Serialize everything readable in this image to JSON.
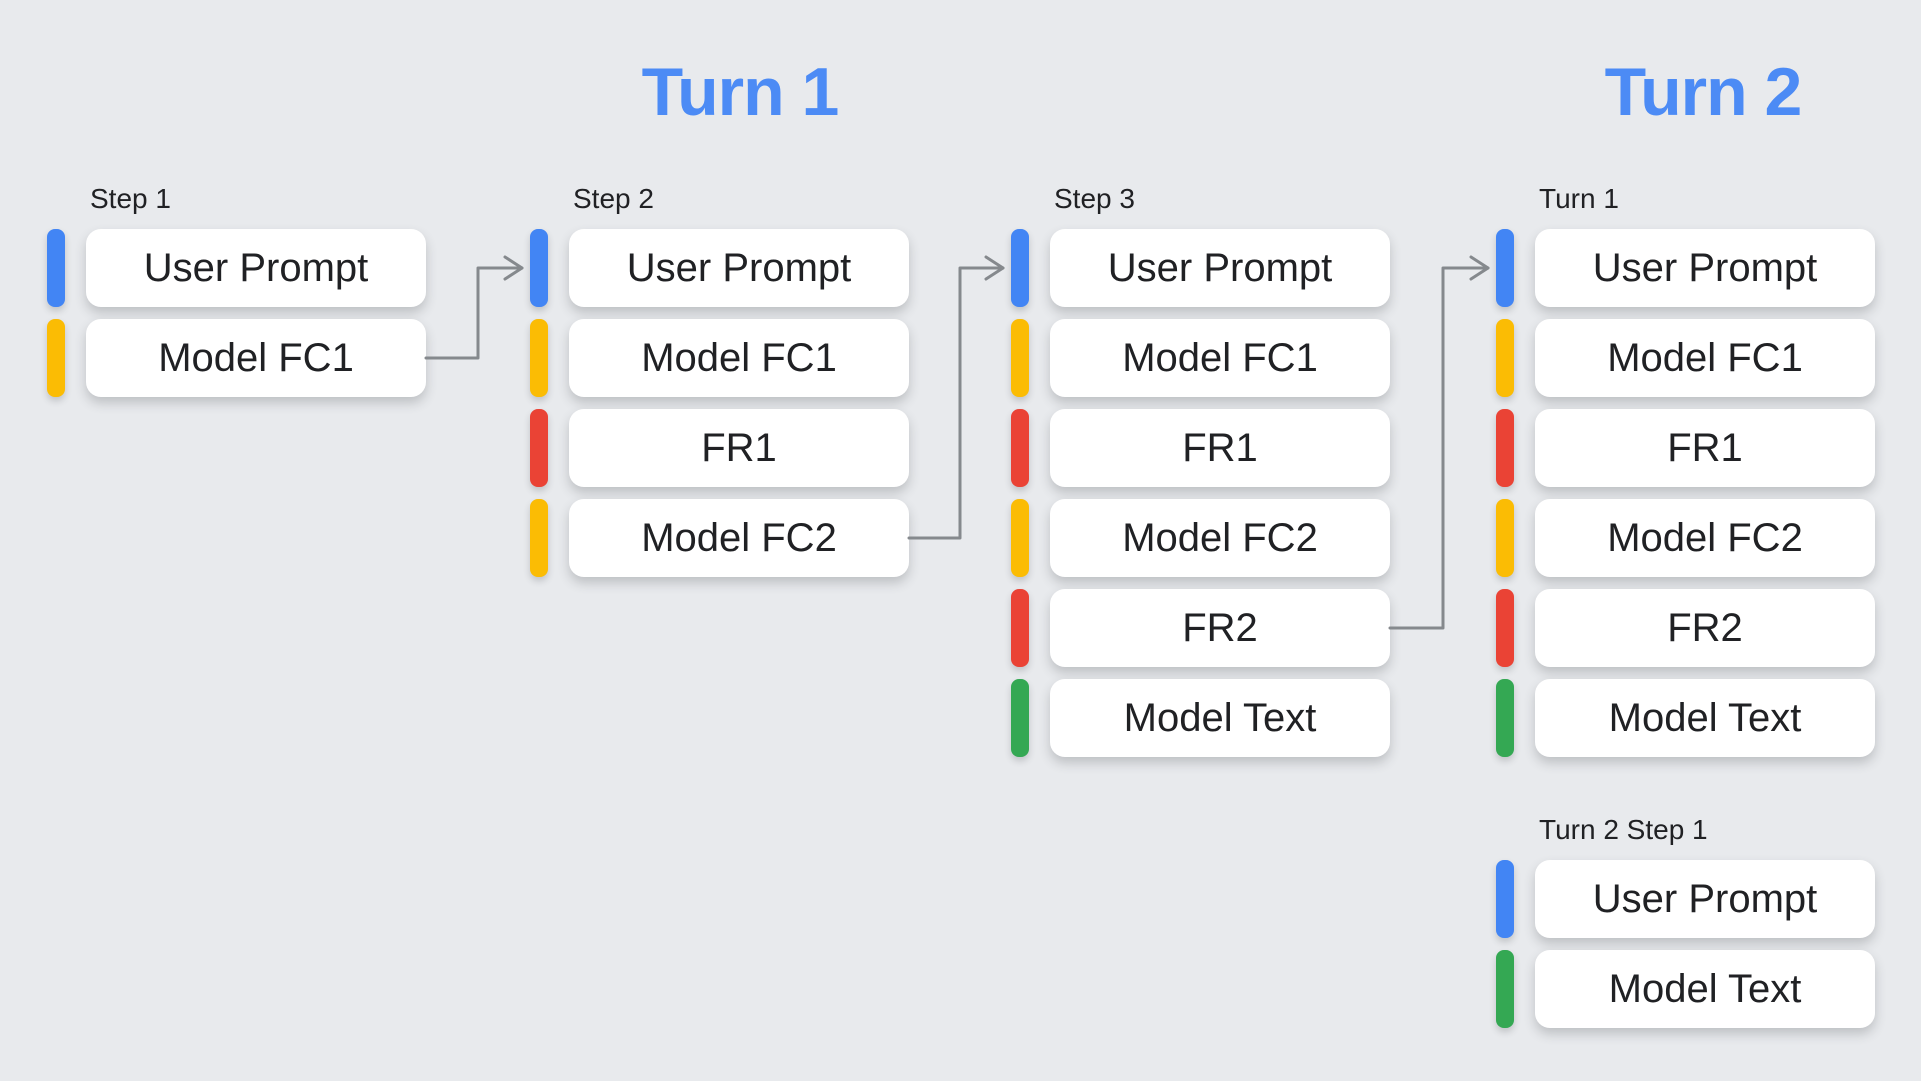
{
  "titles": [
    {
      "text": "Turn 1"
    },
    {
      "text": "Turn 2"
    }
  ],
  "colors": {
    "background": "#E8EAED",
    "card": "#FFFFFF",
    "title": "#4C8BF5",
    "label_text": "#202124",
    "card_text": "#202124",
    "arrow": "#85898D",
    "user_prompt": "#4285F4",
    "model_fc": "#FBBC04",
    "function_response": "#EA4335",
    "model_text": "#34A853"
  },
  "columns": [
    {
      "label": "Step 1",
      "cards": [
        {
          "text": "User Prompt",
          "color": "user_prompt"
        },
        {
          "text": "Model FC1",
          "color": "model_fc"
        }
      ]
    },
    {
      "label": "Step 2",
      "cards": [
        {
          "text": "User Prompt",
          "color": "user_prompt"
        },
        {
          "text": "Model FC1",
          "color": "model_fc"
        },
        {
          "text": "FR1",
          "color": "function_response"
        },
        {
          "text": "Model FC2",
          "color": "model_fc"
        }
      ]
    },
    {
      "label": "Step 3",
      "cards": [
        {
          "text": "User Prompt",
          "color": "user_prompt"
        },
        {
          "text": "Model FC1",
          "color": "model_fc"
        },
        {
          "text": "FR1",
          "color": "function_response"
        },
        {
          "text": "Model FC2",
          "color": "model_fc"
        },
        {
          "text": "FR2",
          "color": "function_response"
        },
        {
          "text": "Model Text",
          "color": "model_text"
        }
      ]
    },
    {
      "label": "Turn 1",
      "cards": [
        {
          "text": "User Prompt",
          "color": "user_prompt"
        },
        {
          "text": "Model FC1",
          "color": "model_fc"
        },
        {
          "text": "FR1",
          "color": "function_response"
        },
        {
          "text": "Model FC2",
          "color": "model_fc"
        },
        {
          "text": "FR2",
          "color": "function_response"
        },
        {
          "text": "Model Text",
          "color": "model_text"
        }
      ]
    },
    {
      "label": "Turn 2 Step 1",
      "cards": [
        {
          "text": "User Prompt",
          "color": "user_prompt"
        },
        {
          "text": "Model Text",
          "color": "model_text"
        }
      ]
    }
  ],
  "arrows": [
    {
      "from_column": 0,
      "from_card": 1,
      "to_column": 1,
      "to_card": 0
    },
    {
      "from_column": 1,
      "from_card": 3,
      "to_column": 2,
      "to_card": 0
    },
    {
      "from_column": 2,
      "from_card": 4,
      "to_column": 3,
      "to_card": 0
    }
  ]
}
